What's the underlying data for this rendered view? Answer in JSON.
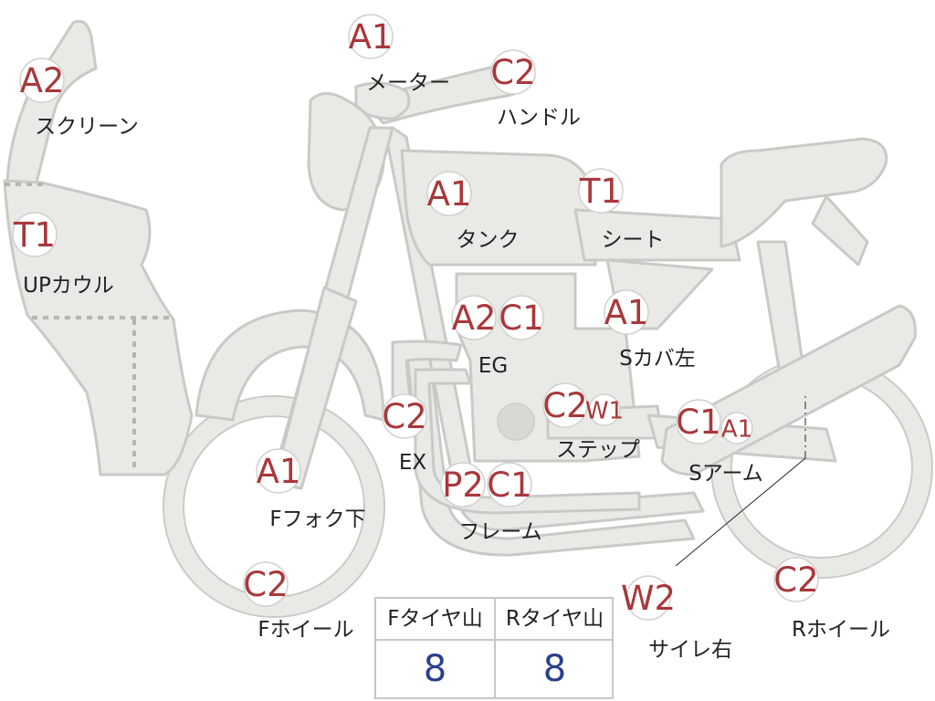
{
  "parts": [
    {
      "id": "screen",
      "label": "スクリーン",
      "grades": [
        "A2"
      ]
    },
    {
      "id": "meter",
      "label": "メーター",
      "grades": [
        "A1"
      ]
    },
    {
      "id": "handle",
      "label": "ハンドル",
      "grades": [
        "C2"
      ]
    },
    {
      "id": "upcowl",
      "label": "UPカウル",
      "grades": [
        "T1"
      ]
    },
    {
      "id": "tank",
      "label": "タンク",
      "grades": [
        "A1"
      ]
    },
    {
      "id": "seat",
      "label": "シート",
      "grades": [
        "T1"
      ]
    },
    {
      "id": "engine",
      "label": "EG",
      "grades": [
        "A2",
        "C1"
      ]
    },
    {
      "id": "side-cover-left",
      "label": "Sカバ左",
      "grades": [
        "A1"
      ]
    },
    {
      "id": "exhaust",
      "label": "EX",
      "grades": [
        "C2"
      ]
    },
    {
      "id": "step",
      "label": "ステップ",
      "grades": [
        "C2",
        "W1"
      ]
    },
    {
      "id": "swingarm",
      "label": "Sアーム",
      "grades": [
        "C1",
        "A1"
      ]
    },
    {
      "id": "front-fork-lower",
      "label": "Fフォク下",
      "grades": [
        "A1"
      ]
    },
    {
      "id": "frame",
      "label": "フレーム",
      "grades": [
        "P2",
        "C1"
      ]
    },
    {
      "id": "front-wheel",
      "label": "Fホイール",
      "grades": [
        "C2"
      ]
    },
    {
      "id": "silencer-right",
      "label": "サイレ右",
      "grades": [
        "W2"
      ]
    },
    {
      "id": "rear-wheel",
      "label": "Rホイール",
      "grades": [
        "C2"
      ]
    }
  ],
  "tire_table": {
    "front_label": "Fタイヤ山",
    "rear_label": "Rタイヤ山",
    "front_value": "8",
    "rear_value": "8"
  },
  "colors": {
    "part_fill": "#e9e9e5",
    "part_stroke": "#c9c9c6",
    "grade_text": "#a8383b",
    "value_text": "#2b3f8f"
  }
}
